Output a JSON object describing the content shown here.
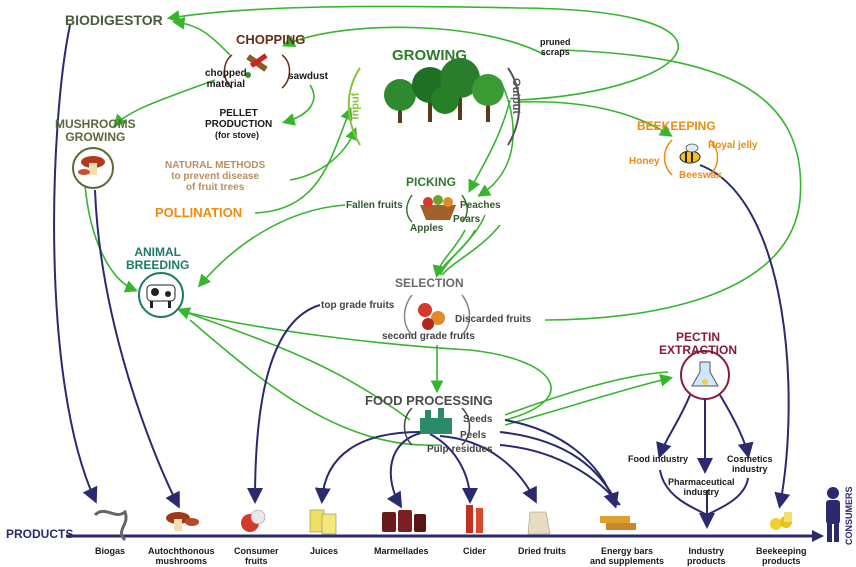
{
  "nodes": {
    "biodigestor": "BIODIGESTOR",
    "chopping": "CHOPPING",
    "chopped_material": "chopped\nmaterial",
    "sawdust": "sawdust",
    "pellet": "PELLET\nPRODUCTION",
    "pellet_sub": "(for stove)",
    "growing": "GROWING",
    "pruned_scraps": "pruned\nscraps",
    "input": "Input",
    "output": "Output",
    "mushrooms": "MUSHROOMS\nGROWING",
    "natural_methods": "NATURAL METHODS\nto prevent disease\nof fruit trees",
    "pollination": "POLLINATION",
    "beekeeping": "BEEKEEPING",
    "honey": "Honey",
    "royal_jelly": "Royal jelly",
    "beeswax": "Beeswax",
    "picking": "PICKING",
    "fallen_fruits": "Fallen fruits",
    "peaches": "Peaches",
    "pears": "Pears",
    "apples": "Apples",
    "animal_breeding": "ANIMAL\nBREEDING",
    "selection": "SELECTION",
    "top_grade": "top grade fruits",
    "discarded": "Discarded fruits",
    "second_grade": "second grade fruits",
    "pectin": "PECTIN\nEXTRACTION",
    "food_processing": "FOOD PROCESSING",
    "seeds": "Seeds",
    "peels": "Peels",
    "pulp": "Pulp residues",
    "food_industry": "Food industry",
    "pharma": "Pharmaceutical\nindustry",
    "cosmetics": "Cosmetics\nindustry"
  },
  "products_bar": {
    "label": "PRODUCTS",
    "consumers": "CONSUMERS",
    "items": [
      "Biogas",
      "Autochthonous\nmushrooms",
      "Consumer\nfruits",
      "Juices",
      "Marmellades",
      "Cider",
      "Dried fruits",
      "Energy bars\nand supplements",
      "Industry\nproducts",
      "Beekeeping\nproducts"
    ]
  },
  "colors": {
    "green_arrow": "#37b52f",
    "navy_arrow": "#2b2a6e",
    "brown_title": "#6b2a1a",
    "green_title": "#2f7a2a",
    "orange_title": "#f08a10",
    "maroon_title": "#8a1a3a"
  }
}
